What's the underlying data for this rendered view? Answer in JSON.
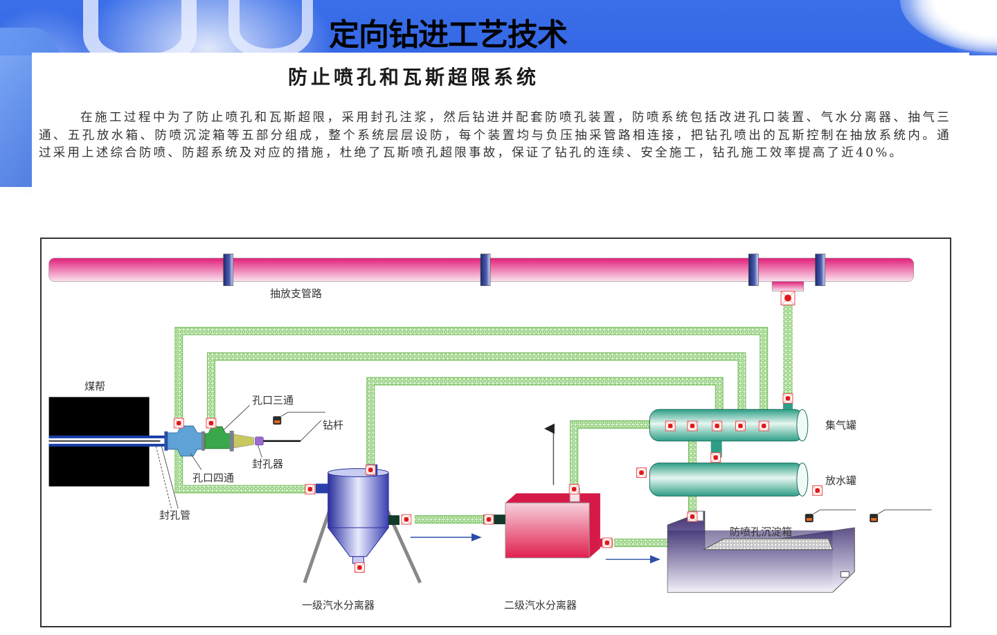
{
  "header": {
    "title": "定向钻进工艺技术"
  },
  "section": {
    "title": "防止喷孔和瓦斯超限系统",
    "paragraph": "在施工过程中为了防止喷孔和瓦斯超限，采用封孔注浆，然后钻进并配套防喷孔装置，防喷系统包括改进孔口装置、气水分离器、抽气三通、五孔放水箱、防喷沉淀箱等五部分组成，整个系统层层设防，每个装置均与负压抽采管路相连接，把钻孔喷出的瓦斯控制在抽放系统内。通过采用上述综合防喷、防超系统及对应的措施，杜绝了瓦斯喷孔超限事故，保证了钻孔的连续、安全施工，钻孔施工效率提高了近40%。"
  },
  "diagram": {
    "labels": {
      "branch_pipe": "抽放支管路",
      "coal_wall": "煤帮",
      "hole_tee": "孔口三通",
      "drill_rod": "钻杆",
      "sealer": "封孔器",
      "hole_cross": "孔口四通",
      "seal_pipe": "封孔管",
      "gas_tank": "集气罐",
      "drain_tank": "放水罐",
      "settling_box": "防喷孔沉淀箱",
      "separator1": "一级汽水分离器",
      "separator2": "二级汽水分离器"
    },
    "colors": {
      "main_pipe": "#e0207a",
      "hose": "#7cc46a",
      "valve": "#e53030",
      "gas_tank": "#2e9e86",
      "separator1": "#3a3fb0",
      "separator2": "#e0204e",
      "settling_box": "#3a2a6e"
    }
  }
}
